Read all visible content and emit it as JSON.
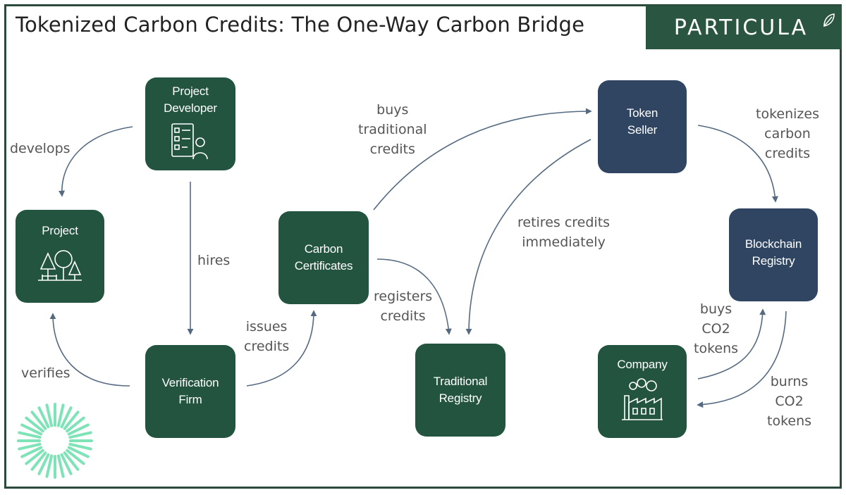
{
  "header": {
    "title": "Tokenized Carbon Credits: The One-Way Carbon Bridge",
    "logo_text": "PARTICULA"
  },
  "colors": {
    "green_node": "#22543f",
    "navy_node": "#2f4561",
    "arrow": "#556a80",
    "border": "#2b4a3c",
    "sunburst": "#7fe3b8"
  },
  "nodes": {
    "project_developer": "Project\nDeveloper",
    "project": "Project",
    "verification_firm": "Verification\nFirm",
    "carbon_certificates": "Carbon\nCertificates",
    "traditional_registry": "Traditional\nRegistry",
    "token_seller": "Token\nSeller",
    "blockchain_registry": "Blockchain\nRegistry",
    "company": "Company"
  },
  "edges": {
    "develops": "develops",
    "hires": "hires",
    "verifies": "verifies",
    "issues_credits": "issues\ncredits",
    "buys_traditional_credits": "buys\ntraditional\ncredits",
    "registers_credits": "registers\ncredits",
    "retires_credits_immediately": "retires credits\nimmediately",
    "tokenizes_carbon_credits": "tokenizes\ncarbon\ncredits",
    "buys_co2_tokens": "buys\nCO2\ntokens",
    "burns_co2_tokens": "burns\nCO2\ntokens"
  },
  "icons": {
    "project_developer": "checklist-person-icon",
    "project": "forest-icon",
    "company": "factory-icon",
    "logo_mark": "leaf-icon",
    "watermark": "sunburst-icon"
  }
}
